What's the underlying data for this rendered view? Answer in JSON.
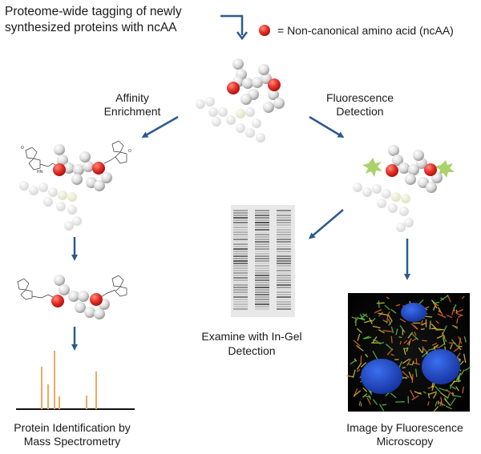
{
  "title": {
    "line1": "Proteome-wide tagging of newly",
    "line2": "synthesized proteins with ncAA"
  },
  "legend": {
    "text": "= Non-canonical amino acid (ncAA)",
    "color": "#e8302a"
  },
  "branches": {
    "affinity": {
      "line1": "Affinity",
      "line2": "Enrichment"
    },
    "fluorescence": {
      "line1": "Fluorescence",
      "line2": "Detection"
    }
  },
  "outcomes": {
    "gel": {
      "line1": "Examine with In-Gel",
      "line2": "Detection"
    },
    "mass_spec": {
      "line1": "Protein Identification by",
      "line2": "Mass Spectrometry"
    },
    "microscopy": {
      "line1": "Image by Fluorescence",
      "line2": "Microscopy"
    }
  },
  "colors": {
    "arrow": "#2d5a8e",
    "bead": "#d4d4d4",
    "ncaa": "#e8302a",
    "fluorophore": "#a9d36a",
    "ms_peak": "#f0a860",
    "nucleus": "#1f4fc8",
    "mito": "#e7682a",
    "cytoskeleton": "#5cc04a"
  },
  "icons": [
    "protein-bead-cluster",
    "biotin-tag",
    "fluorophore-star",
    "gel-lanes",
    "mass-spectrum",
    "cell-micrograph",
    "down-arrow"
  ]
}
